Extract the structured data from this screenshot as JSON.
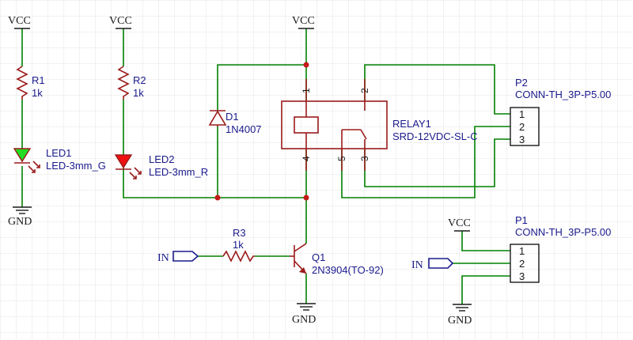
{
  "power": {
    "vcc": "VCC",
    "gnd": "GND"
  },
  "net_label": "IN",
  "components": {
    "r1": {
      "ref": "R1",
      "value": "1k"
    },
    "r2": {
      "ref": "R2",
      "value": "1k"
    },
    "r3": {
      "ref": "R3",
      "value": "1k"
    },
    "led1": {
      "ref": "LED1",
      "value": "LED-3mm_G",
      "color": "#22dd22"
    },
    "led2": {
      "ref": "LED2",
      "value": "LED-3mm_R",
      "color": "#ee1111"
    },
    "d1": {
      "ref": "D1",
      "value": "1N4007"
    },
    "q1": {
      "ref": "Q1",
      "value": "2N3904(TO-92)"
    },
    "relay1": {
      "ref": "RELAY1",
      "value": "SRD-12VDC-SL-C",
      "pins": [
        "1",
        "2",
        "3",
        "4",
        "5"
      ]
    },
    "p2": {
      "ref": "P2",
      "value": "CONN-TH_3P-P5.00",
      "pins": [
        "1",
        "2",
        "3"
      ]
    },
    "p1": {
      "ref": "P1",
      "value": "CONN-TH_3P-P5.00",
      "pins": [
        "1",
        "2",
        "3"
      ]
    }
  },
  "colors": {
    "wire": "#008000",
    "component": "#9b1b1b",
    "label": "#1a1a8c",
    "junction": "#c41a1a",
    "grid": "#e6e6e6"
  }
}
